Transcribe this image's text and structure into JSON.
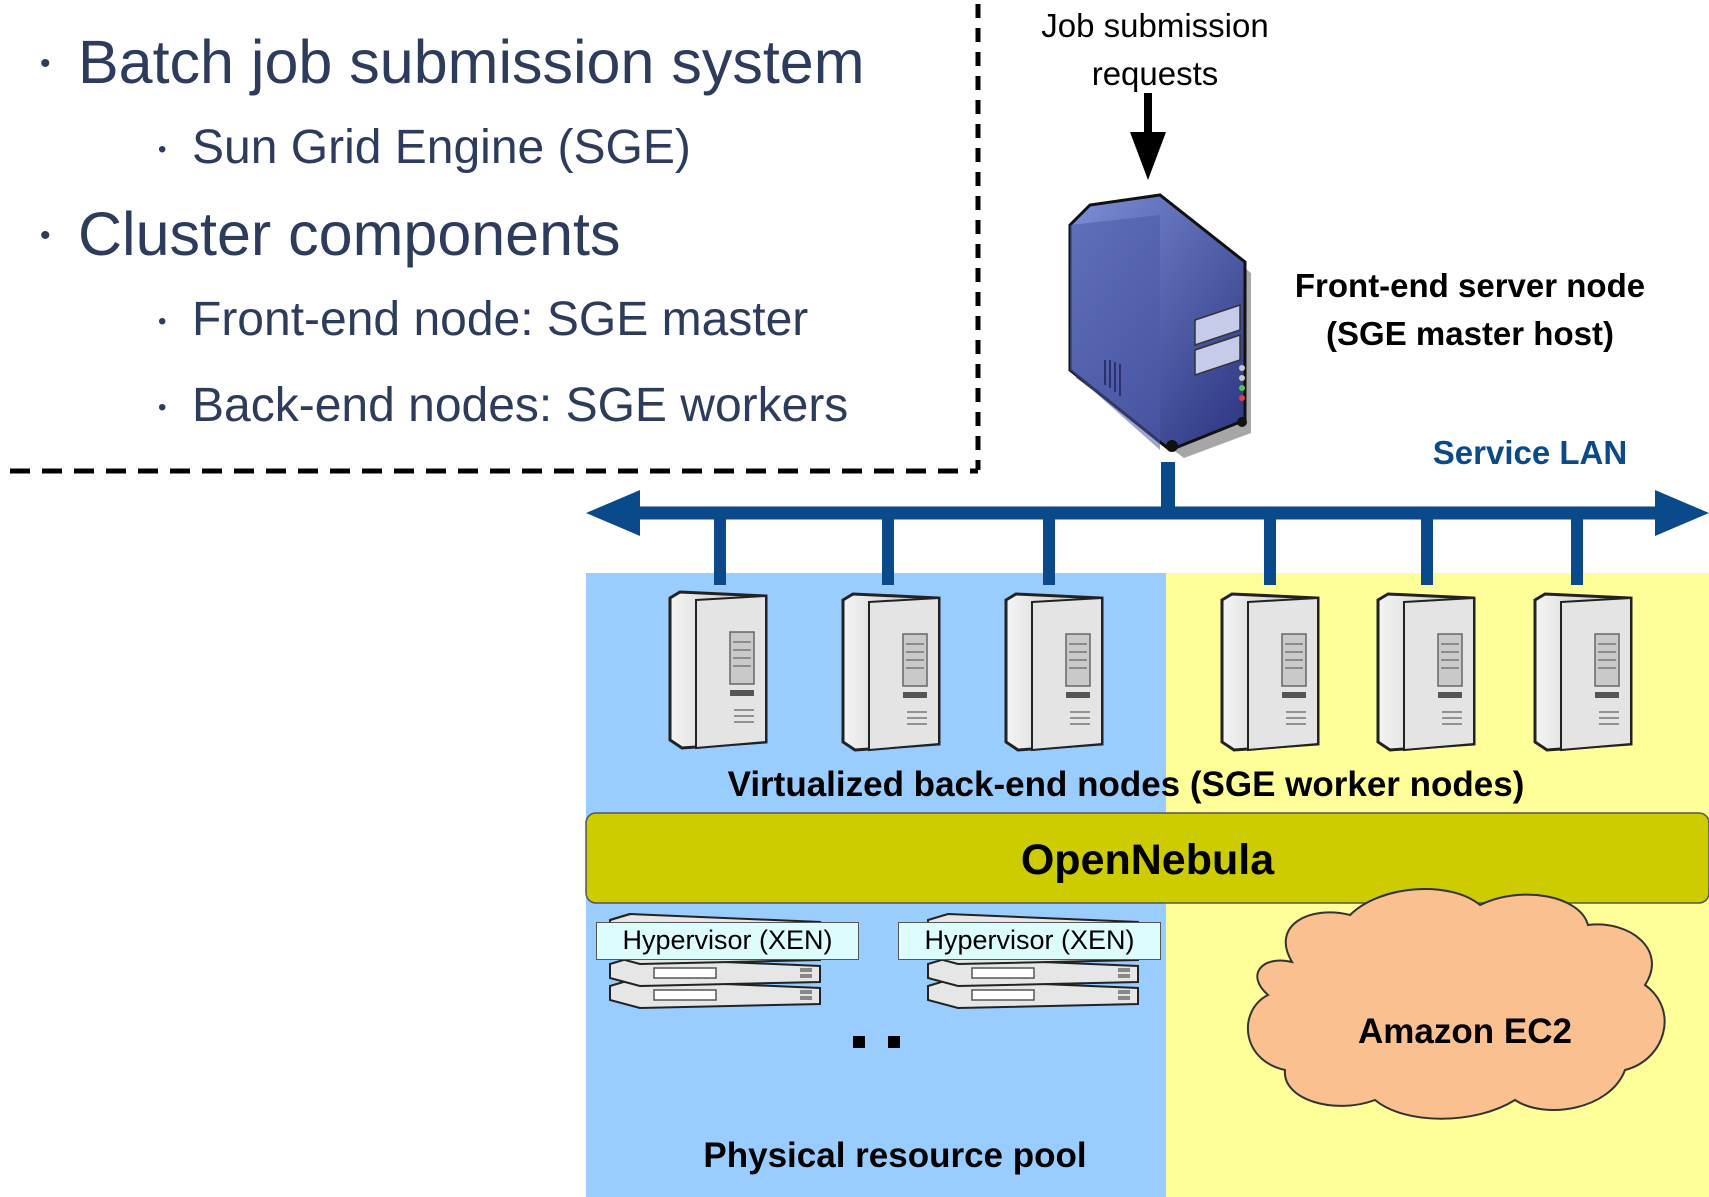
{
  "bullets": {
    "item1": "Batch job submission system",
    "item1_sub1": "Sun Grid Engine (SGE)",
    "item2": "Cluster components",
    "item2_sub1": "Front-end node: SGE master",
    "item2_sub2": "Back-end nodes: SGE workers"
  },
  "diagram": {
    "job_requests_line1": "Job submission",
    "job_requests_line2": "requests",
    "frontend_line1": "Front-end server node",
    "frontend_line2": "(SGE master host)",
    "service_lan": "Service LAN",
    "virtualized_label": "Virtualized back-end nodes (SGE worker nodes)",
    "opennebula": "OpenNebula",
    "hypervisor_1": "Hypervisor (XEN)",
    "hypervisor_2": "Hypervisor (XEN)",
    "ellipsis": ". .",
    "amazon": "Amazon EC2",
    "physical_pool": "Physical resource pool"
  },
  "colors": {
    "text_dark": "#2d3b5c",
    "lan_blue": "#0a4a8a",
    "local_area": "#99ccff",
    "cloud_area": "#ffff99",
    "opennebula_bar": "#cccc00",
    "cloud_fill": "#fac090",
    "hypervisor_fill": "#ddfdfd"
  }
}
